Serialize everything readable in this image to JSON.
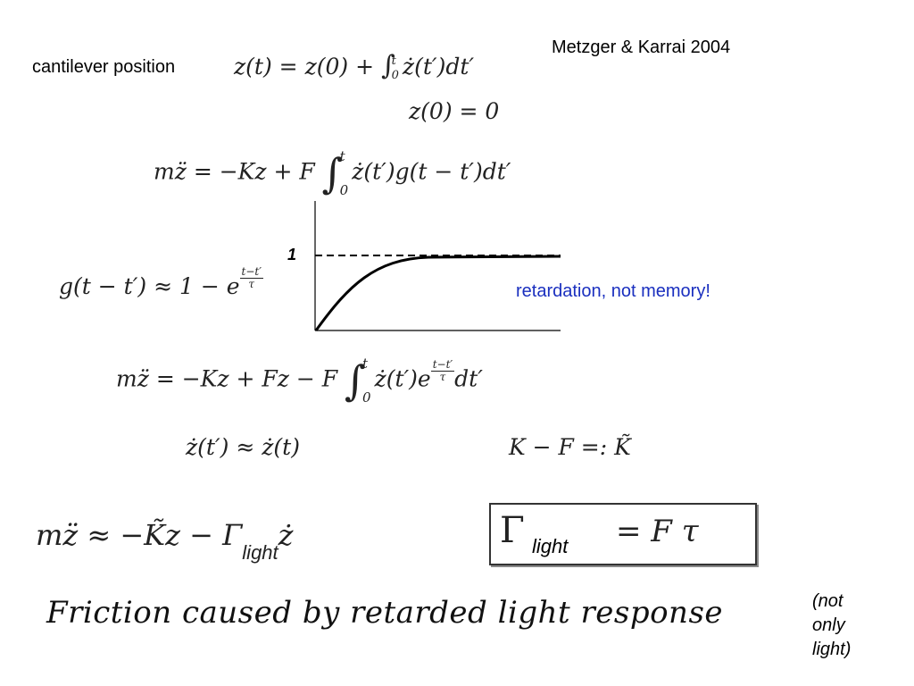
{
  "header": {
    "citation": "Metzger & Karrai 2004",
    "cantilever_label": "cantilever position"
  },
  "equations": {
    "z_of_t_lhs": "z(t) = z(0) + ",
    "z_of_t_rhs": "ż(t′)dt′",
    "z0": "z(0) = 0",
    "eom1_lhs": "mz̈ = −Kz + F",
    "eom1_integrand": "ż(t′)g(t − t′)dt′",
    "g_lhs": "g(t − t′) ≈ 1 − e",
    "eom2_lhs": "mz̈ = −Kz + Fz − F",
    "eom2_integrand_a": "ż(t′)e",
    "eom2_integrand_b": "dt′",
    "approx": "ż(t′) ≈ ż(t)",
    "ktilde": "K − F =: K̃",
    "final_lhs": "mz̈  ≈  −K̃z − Γ",
    "final_tail": "ż",
    "gamma_symbol": "Γ",
    "gamma_rhs": "=   F  τ",
    "light_sub": "light"
  },
  "limits": {
    "upper": "t",
    "lower": "0"
  },
  "exponent": {
    "num": "t−t′",
    "den": "τ"
  },
  "plot": {
    "level_label": "1",
    "annotation": "retardation, not memory!",
    "annotation_color": "#1a2fbf"
  },
  "footer": {
    "friction_text": "Friction  caused by retarded light response",
    "not_only": [
      "(not",
      "only",
      "light)"
    ]
  }
}
